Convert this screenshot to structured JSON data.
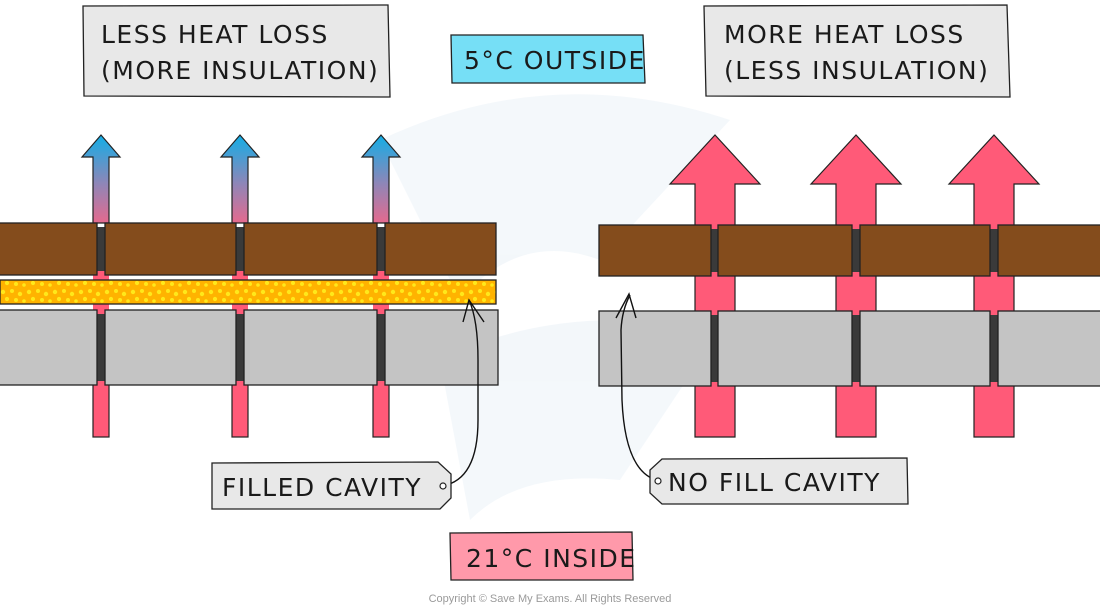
{
  "title_boxes": {
    "left": {
      "line1": "LESS  HEAT  LOSS",
      "line2": "(MORE  INSULATION)"
    },
    "right": {
      "line1": "MORE  HEAT  LOSS",
      "line2": "(LESS  INSULATION)"
    }
  },
  "temperature": {
    "outside": "5°C OUTSIDE",
    "inside": "21°C INSIDE"
  },
  "callouts": {
    "filled": "FILLED  CAVITY",
    "nofill": "NO  FILL  CAVITY"
  },
  "walls": {
    "left": {
      "type": "filled-cavity",
      "heat_arrows": 3,
      "arrow_size": "thin"
    },
    "right": {
      "type": "no-fill-cavity",
      "heat_arrows": 3,
      "arrow_size": "thick"
    }
  },
  "colors": {
    "outer_brick": "#844C1C",
    "inner_block": "#C4C4C4",
    "mortar": "#3A3A3A",
    "insulation": "#FFB300",
    "insulation_dots": "#FFE81A",
    "heat_warm": "#FF5A78",
    "heat_cool": "#13AEE6",
    "outside_box": "#76DFF6",
    "inside_box": "#FF99AA",
    "label_box": "#E8E8E8"
  },
  "footer": {
    "copyright": "Copyright © Save My Exams. All Rights Reserved"
  }
}
